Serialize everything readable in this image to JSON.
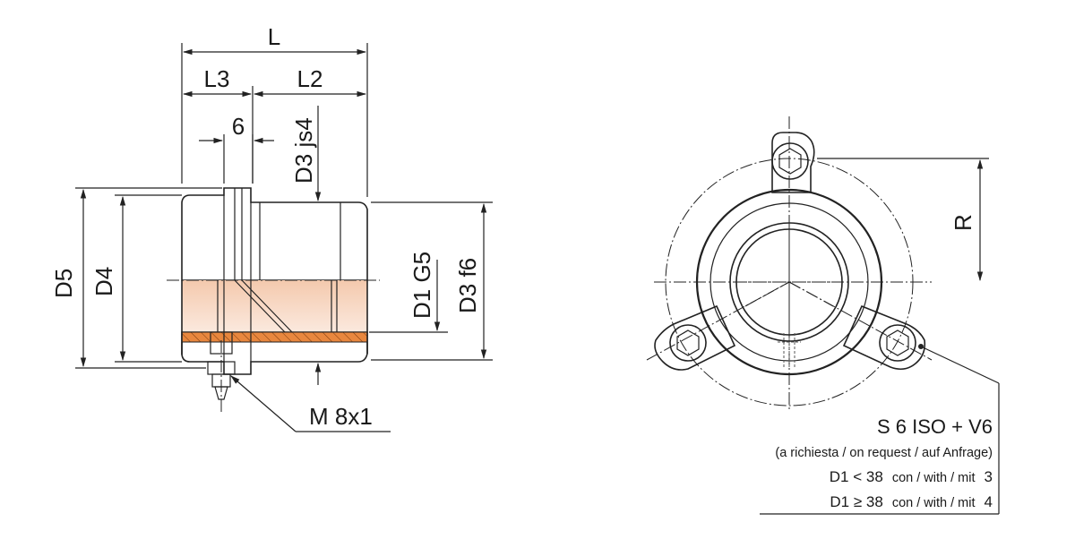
{
  "side_view": {
    "dim_L": "L",
    "dim_L3": "L3",
    "dim_L2": "L2",
    "dim_6": "6",
    "dim_D3js4": "D3 js4",
    "dim_D5": "D5",
    "dim_D4": "D4",
    "dim_D1G5": "D1 G5",
    "dim_D3f6": "D3 f6",
    "thread": "M 8x1"
  },
  "front_view": {
    "dim_R": "R",
    "screw_note": {
      "title": "S 6 ISO + V6",
      "subtitle": "(a richiesta / on request / auf Anfrage)",
      "row1_cond": "D1 < 38",
      "row1_text": "con / with / mit",
      "row1_num": "3",
      "row2_cond": "D1 ≥ 38",
      "row2_text": "con / with / mit",
      "row2_num": "4"
    }
  },
  "colors": {
    "steel_light": "#dfe3e6",
    "steel_mid": "#b9c0c5",
    "steel_dark": "#8b949a",
    "bronze": "#e8873e",
    "bronze_light": "#f7dac8",
    "line": "#222222"
  }
}
